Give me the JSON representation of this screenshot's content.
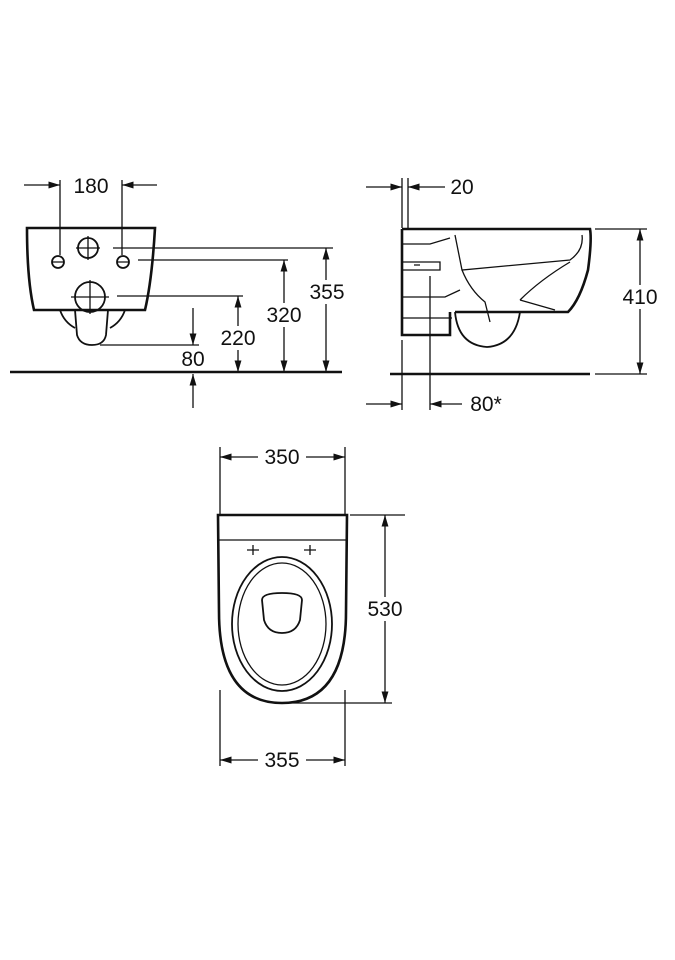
{
  "drawing": {
    "front_view": {
      "dimensions": {
        "fixing_spacing": "180",
        "top_height": "355",
        "inlet_height": "320",
        "outlet_height": "220",
        "bottom_clearance": "80"
      }
    },
    "side_view": {
      "dimensions": {
        "wall_gap": "20",
        "height": "410",
        "offset": "80*"
      }
    },
    "top_view": {
      "dimensions": {
        "rear_width": "350",
        "length": "530",
        "width": "355"
      }
    },
    "colors": {
      "line": "#111111",
      "background": "#ffffff"
    }
  }
}
